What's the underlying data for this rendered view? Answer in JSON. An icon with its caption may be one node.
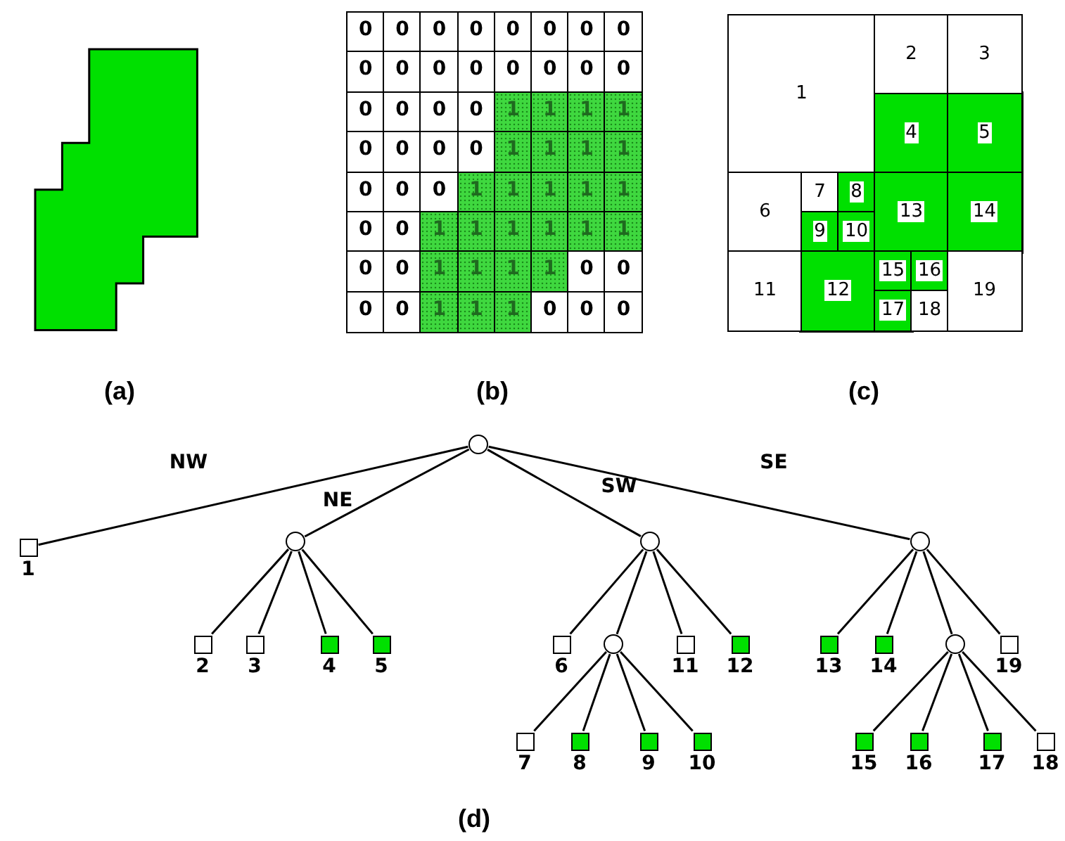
{
  "diagram": {
    "nodes": [
      {
        "text": [
          "1"
        ]
      },
      {
        "text": [
          "2"
        ]
      },
      {
        "text": [
          "3"
        ]
      },
      {
        "text": [
          "4"
        ]
      },
      {
        "text": [
          "5"
        ]
      },
      {
        "text": [
          "6"
        ]
      },
      {
        "text": [
          "7"
        ]
      },
      {
        "text": [
          "8"
        ]
      },
      {
        "text": [
          "9"
        ]
      },
      {
        "text": [
          "10"
        ]
      },
      {
        "text": [
          "11"
        ]
      },
      {
        "text": [
          "12"
        ]
      },
      {
        "text": [
          "13"
        ]
      },
      {
        "text": [
          "14"
        ]
      },
      {
        "text": [
          "15"
        ]
      },
      {
        "text": [
          "16"
        ]
      },
      {
        "text": [
          "17"
        ]
      },
      {
        "text": [
          "18"
        ]
      },
      {
        "text": [
          "19"
        ]
      },
      {
        "text": [],
        "shape": "circle"
      },
      {
        "text": [],
        "shape": "box",
        "beside": [
          "1"
        ]
      },
      {
        "text": [],
        "shape": "circle"
      },
      {
        "text": [],
        "shape": "box",
        "beside": [
          "2"
        ]
      },
      {
        "text": [],
        "shape": "box",
        "beside": [
          "3"
        ]
      },
      {
        "text": [],
        "shape": "box",
        "beside": [
          "4"
        ]
      },
      {
        "text": [],
        "shape": "box",
        "beside": [
          "5"
        ]
      },
      {
        "text": [],
        "shape": "circle"
      },
      {
        "text": [],
        "shape": "box",
        "beside": [
          "6"
        ]
      },
      {
        "text": [],
        "shape": "circle"
      },
      {
        "text": [],
        "shape": "box",
        "beside": [
          "7"
        ]
      },
      {
        "text": [],
        "shape": "box",
        "beside": [
          "8"
        ]
      },
      {
        "text": [],
        "shape": "box",
        "beside": [
          "9"
        ]
      },
      {
        "text": [],
        "shape": "box",
        "beside": [
          "10"
        ]
      },
      {
        "text": [],
        "shape": "box",
        "beside": [
          "11"
        ]
      },
      {
        "text": [],
        "shape": "box",
        "beside": [
          "12"
        ]
      },
      {
        "text": [],
        "shape": "circle"
      },
      {
        "text": [],
        "shape": "box",
        "beside": [
          "13"
        ]
      },
      {
        "text": [],
        "shape": "box",
        "beside": [
          "14"
        ]
      },
      {
        "text": [],
        "shape": "circle"
      },
      {
        "text": [],
        "shape": "box",
        "beside": [
          "15"
        ]
      },
      {
        "text": [],
        "shape": "box",
        "beside": [
          "16"
        ]
      },
      {
        "text": [],
        "shape": "box",
        "beside": [
          "17"
        ]
      },
      {
        "text": [],
        "shape": "box",
        "beside": [
          "18"
        ]
      },
      {
        "text": [],
        "shape": "box",
        "beside": [
          "19"
        ]
      }
    ],
    "edges": [
      {
        "from": 19,
        "to": 20,
        "arrow": "none",
        "label": "NW"
      },
      {
        "from": 19,
        "to": 21,
        "arrow": "none",
        "label": "NE"
      },
      {
        "from": 19,
        "to": 26,
        "arrow": "none",
        "label": "SW"
      },
      {
        "from": 19,
        "to": 35,
        "arrow": "none",
        "label": "SE"
      },
      {
        "from": 21,
        "to": 22,
        "arrow": "none"
      },
      {
        "from": 21,
        "to": 23,
        "arrow": "none"
      },
      {
        "from": 21,
        "to": 24,
        "arrow": "none"
      },
      {
        "from": 21,
        "to": 25,
        "arrow": "none"
      },
      {
        "from": 26,
        "to": 27,
        "arrow": "none"
      },
      {
        "from": 26,
        "to": 28,
        "arrow": "none"
      },
      {
        "from": 26,
        "to": 33,
        "arrow": "none"
      },
      {
        "from": 26,
        "to": 34,
        "arrow": "none"
      },
      {
        "from": 28,
        "to": 29,
        "arrow": "none"
      },
      {
        "from": 28,
        "to": 30,
        "arrow": "none"
      },
      {
        "from": 28,
        "to": 31,
        "arrow": "none"
      },
      {
        "from": 28,
        "to": 32,
        "arrow": "none"
      },
      {
        "from": 35,
        "to": 36,
        "arrow": "none"
      },
      {
        "from": 35,
        "to": 37,
        "arrow": "none"
      },
      {
        "from": 35,
        "to": 38,
        "arrow": "none"
      },
      {
        "from": 35,
        "to": 43,
        "arrow": "none"
      },
      {
        "from": 38,
        "to": 39,
        "arrow": "none"
      },
      {
        "from": 38,
        "to": 40,
        "arrow": "none"
      },
      {
        "from": 38,
        "to": 41,
        "arrow": "none"
      },
      {
        "from": 38,
        "to": 42,
        "arrow": "none"
      }
    ],
    "labels": [
      "0",
      "0",
      "0",
      "0",
      "0",
      "0",
      "0",
      "0",
      "0",
      "0",
      "0",
      "0",
      "0",
      "0",
      "0",
      "0",
      "0",
      "0",
      "0",
      "0",
      "1",
      "1",
      "1",
      "1",
      "0",
      "0",
      "0",
      "0",
      "1",
      "1",
      "1",
      "1",
      "0",
      "0",
      "0",
      "1",
      "1",
      "1",
      "1",
      "1",
      "0",
      "0",
      "1",
      "1",
      "1",
      "1",
      "1",
      "1",
      "0",
      "0",
      "1",
      "1",
      "1",
      "1",
      "0",
      "0",
      "0",
      "0",
      "1",
      "1",
      "1",
      "0",
      "0",
      "0",
      "(a)",
      "(b)",
      "(c)",
      "(d)"
    ]
  }
}
